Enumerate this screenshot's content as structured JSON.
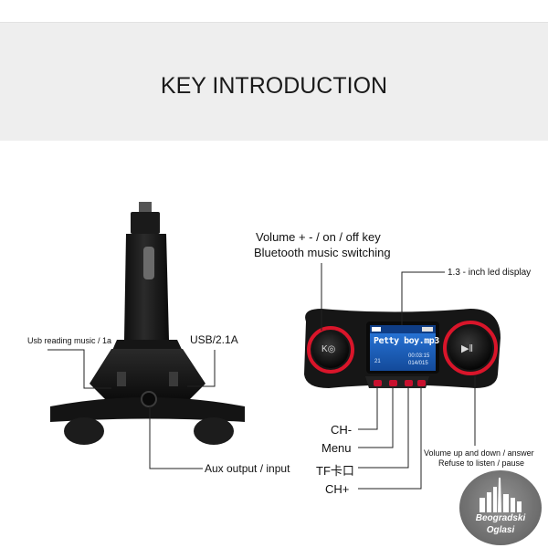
{
  "banner": {
    "title": "KEY INTRODUCTION"
  },
  "labels": {
    "usb_reading": "Usb reading music / 1a",
    "usb_2_1a": "USB/2.1A",
    "aux": "Aux output / input",
    "volume_line1": "Volume + - / on / off key",
    "volume_line2": "Bluetooth music switching",
    "display": "1.3 - inch led display",
    "ch_minus": "CH-",
    "menu": "Menu",
    "tf": "TF卡口",
    "ch_plus": "CH+",
    "vol_answer_line1": "Volume up and down / answer",
    "vol_answer_line2": "Refuse to listen / pause"
  },
  "screen": {
    "song": "Petty boy.mp3",
    "time1": "00:03:15",
    "time2": "014/015",
    "track": "21"
  },
  "knobs": {
    "left_symbol": "K◎",
    "right_symbol": "▶‖"
  },
  "watermark": {
    "line1": "Beogradski",
    "line2": "Oglasi"
  },
  "colors": {
    "accent_red": "#d9152a",
    "device_dark": "#1c1c1c",
    "screen_blue": "#1d63c8"
  }
}
